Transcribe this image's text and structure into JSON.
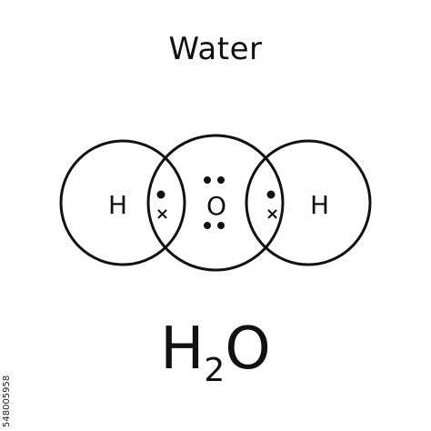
{
  "title": "Water",
  "atoms": {
    "left": "H",
    "center": "O",
    "right": "H"
  },
  "electrons": {
    "shared_oxygen_marker": "•",
    "shared_hydrogen_marker": "×"
  },
  "formula": {
    "element1": "H",
    "subscript": "2",
    "element2": "O"
  },
  "side_id": "548005958",
  "colors": {
    "ink": "#111111",
    "background": "#ffffff"
  }
}
